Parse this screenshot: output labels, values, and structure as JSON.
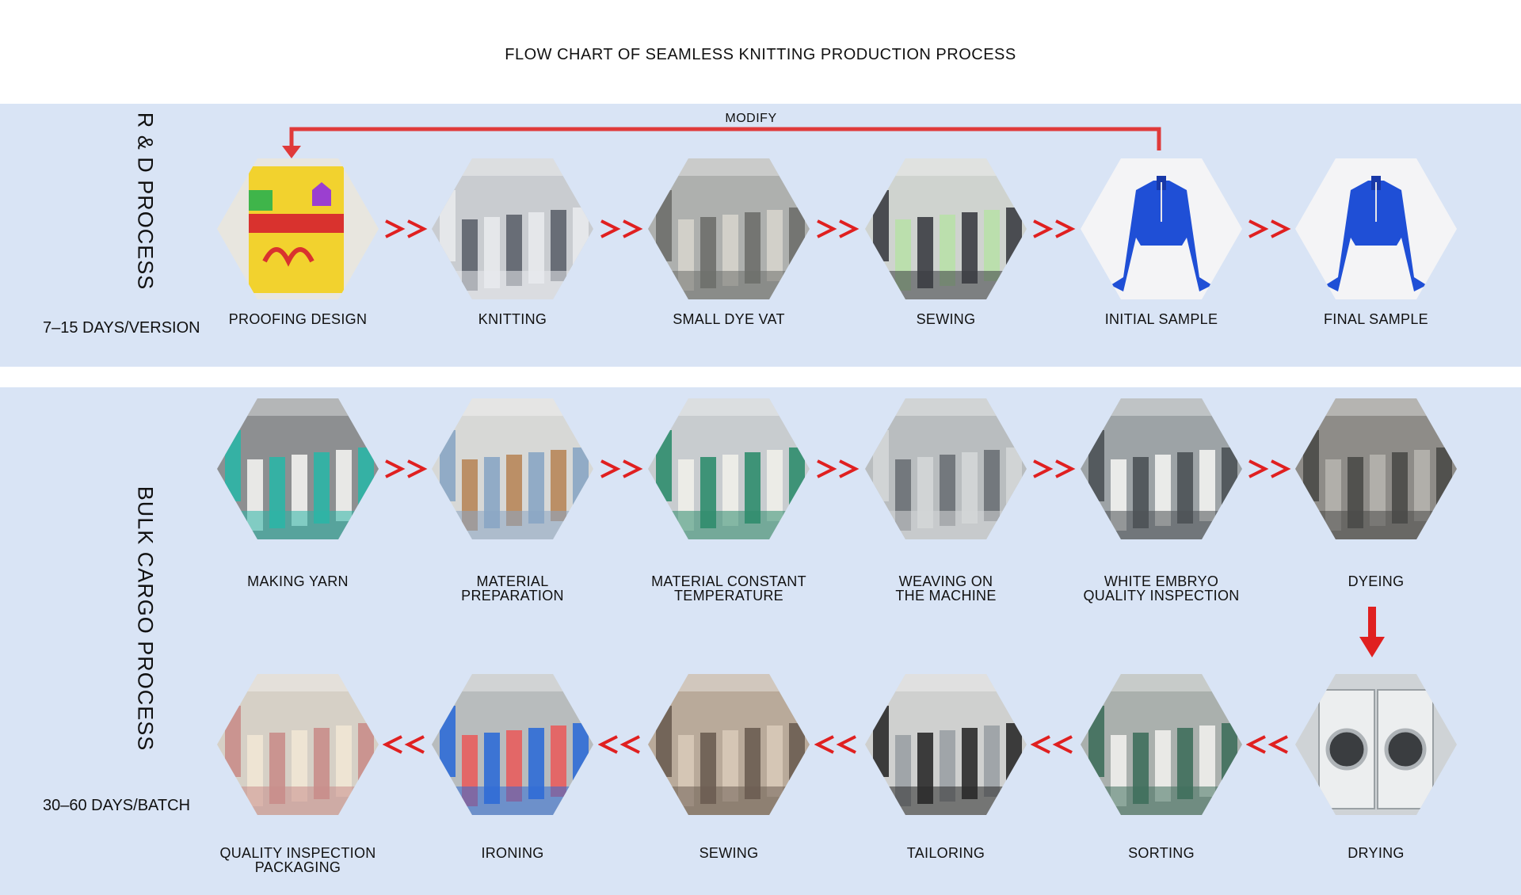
{
  "title": "FLOW CHART OF SEAMLESS KNITTING PRODUCTION PROCESS",
  "colors": {
    "band": "#d9e4f5",
    "arrow_red": "#e02020",
    "modify_red": "#e03a3a"
  },
  "rd_section": {
    "label": "R & D PROCESS",
    "duration": "7–15 DAYS/VERSION",
    "modify_label": "MODIFY",
    "steps": [
      {
        "label": "PROOFING DESIGN",
        "photo": "design-board-photo"
      },
      {
        "label": "KNITTING",
        "photo": "knitting-machines-photo"
      },
      {
        "label": "SMALL DYE VAT",
        "photo": "dye-vat-photo"
      },
      {
        "label": "SEWING",
        "photo": "sewing-machine-photo"
      },
      {
        "label": "INITIAL SAMPLE",
        "photo": "blue-top-photo"
      },
      {
        "label": "FINAL SAMPLE",
        "photo": "blue-top-photo"
      }
    ],
    "connector": ">>"
  },
  "bulk_section": {
    "label": "BULK CARGO PROCESS",
    "duration": "30–60 DAYS/BATCH",
    "row1": [
      {
        "label": "MAKING YARN",
        "photo": "yarn-spools-photo"
      },
      {
        "label": "MATERIAL\nPREPARATION",
        "photo": "warehouse-boxes-photo"
      },
      {
        "label": "MATERIAL CONSTANT\nTEMPERATURE",
        "photo": "yarn-racks-photo"
      },
      {
        "label": "WEAVING ON\nTHE MACHINE",
        "photo": "weaving-machines-photo"
      },
      {
        "label": "WHITE EMBRYO\nQUALITY INSPECTION",
        "photo": "white-garments-photo"
      },
      {
        "label": "DYEING",
        "photo": "dyeing-tanks-photo"
      }
    ],
    "row2": [
      {
        "label": "QUALITY INSPECTION\nPACKAGING",
        "photo": "packaging-table-photo"
      },
      {
        "label": "IRONING",
        "photo": "ironing-workers-photo"
      },
      {
        "label": "SEWING",
        "photo": "sewing-closeup-photo"
      },
      {
        "label": "TAILORING",
        "photo": "tailoring-photo"
      },
      {
        "label": "SORTING",
        "photo": "sorting-photo"
      },
      {
        "label": "DRYING",
        "photo": "dryer-machines-photo"
      }
    ],
    "connector_forward": ">>",
    "connector_back": "<<"
  }
}
